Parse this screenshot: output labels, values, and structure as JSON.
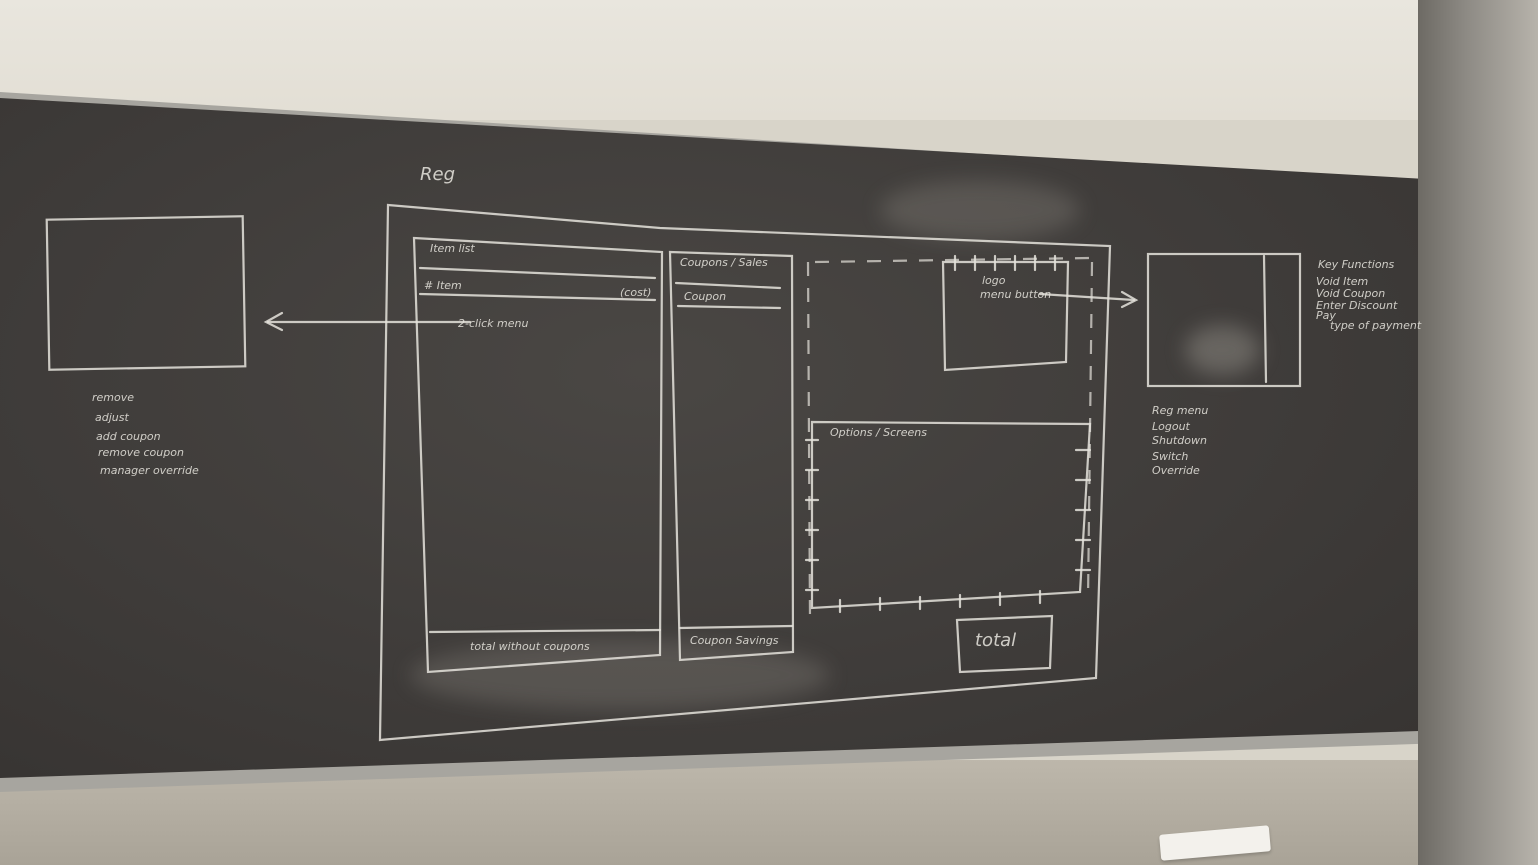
{
  "sketch": {
    "title": "Reg",
    "item_list": "Item list",
    "item_row": "# Item",
    "cost": "(cost)",
    "click_action": "2-click menu",
    "total_without_coupons": "total without coupons",
    "coupons_header": "Coupons / Sales",
    "coupon": "Coupon",
    "coupon_savings": "Coupon Savings",
    "logo": "logo",
    "menu_button": "menu button",
    "options_screens": "Options / Screens",
    "total": "total",
    "left_bullets": [
      "remove",
      "adjust",
      "add coupon",
      "remove coupon",
      "manager override"
    ],
    "key_functions_title": "Key Functions",
    "key_functions": [
      "Void Item",
      "Void Coupon",
      "Enter Discount",
      "Pay"
    ],
    "key_functions_sub": "type of payment",
    "reg_menu_title": "Reg menu",
    "reg_menu": [
      "Logout",
      "Shutdown",
      "Switch",
      "Override"
    ]
  }
}
